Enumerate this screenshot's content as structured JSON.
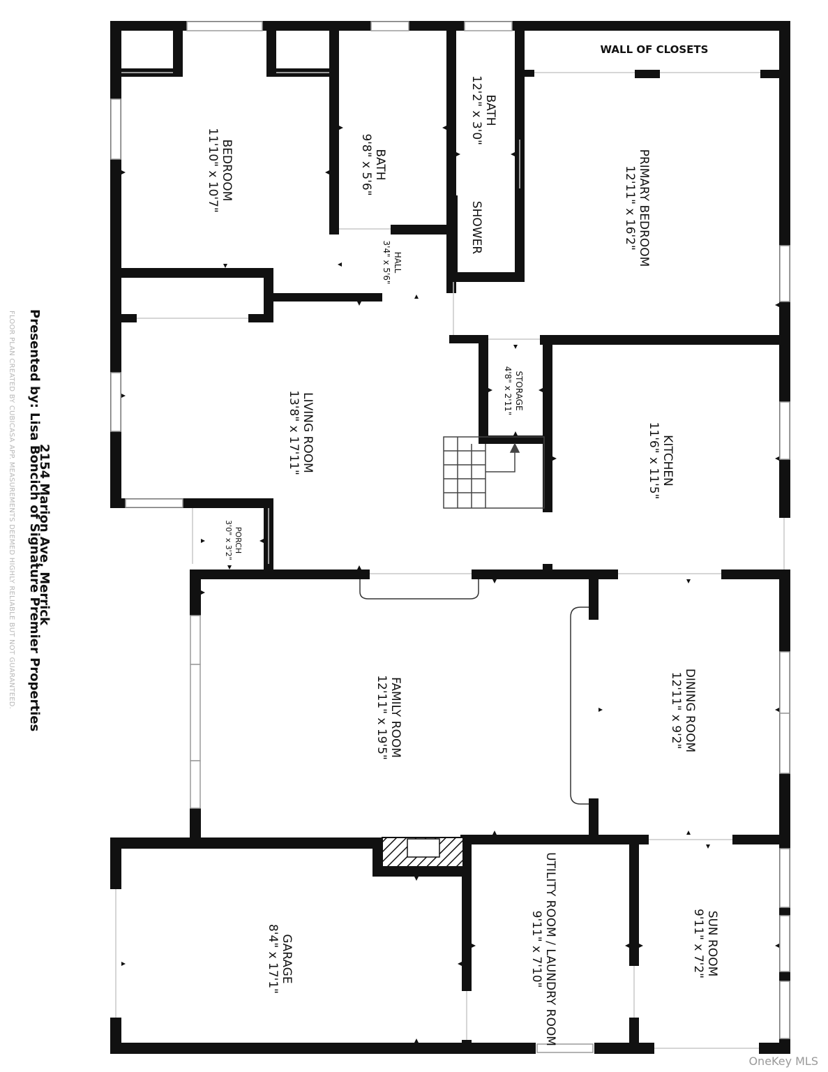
{
  "header": {
    "address": "2154 Marion Ave, Merrick",
    "presented_by": "Presented by: Lisa Boncich of Signature Premier Properties",
    "disclaimer": "FLOOR PLAN CREATED BY CUBICASA APP. MEASUREMENTS DEEMED HIGHLY RELIABLE BUT NOT GUARANTEED."
  },
  "watermark": "OneKey MLS",
  "colors": {
    "wall": "#111111",
    "window": "#cfcfcf",
    "background": "#ffffff"
  },
  "rooms": {
    "wall_of_closets": {
      "name": "WALL OF CLOSETS"
    },
    "bedroom": {
      "name": "BEDROOM",
      "size": "11'10\" x 10'7\""
    },
    "bath1": {
      "name": "BATH",
      "size": "9'8\" x 5'6\""
    },
    "bath2": {
      "name": "BATH",
      "size": "12'2\" x 3'0\""
    },
    "shower": {
      "name": "SHOWER"
    },
    "primary_bedroom": {
      "name": "PRIMARY BEDROOM",
      "size": "12'11\" x 16'2\""
    },
    "hall": {
      "name": "HALL",
      "size": "3'4\" x 5'6\""
    },
    "living_room": {
      "name": "LIVING ROOM",
      "size": "13'8\" x 17'11\""
    },
    "storage": {
      "name": "STORAGE",
      "size": "4'8\" x 2'11\""
    },
    "kitchen": {
      "name": "KITCHEN",
      "size": "11'6\" x 11'5\""
    },
    "porch": {
      "name": "PORCH",
      "size": "3'0\" x 3'2\""
    },
    "family_room": {
      "name": "FAMILY ROOM",
      "size": "12'11\" x 19'5\""
    },
    "dining_room": {
      "name": "DINING ROOM",
      "size": "12'11\" x 9'2\""
    },
    "garage": {
      "name": "GARAGE",
      "size": "8'4\" x 17'1\""
    },
    "utility_room": {
      "name": "UTILITY ROOM / LAUNDRY ROOM",
      "size": "9'11\" x 7'10\""
    },
    "sun_room": {
      "name": "SUN ROOM",
      "size": "9'11\" x 7'2\""
    }
  }
}
